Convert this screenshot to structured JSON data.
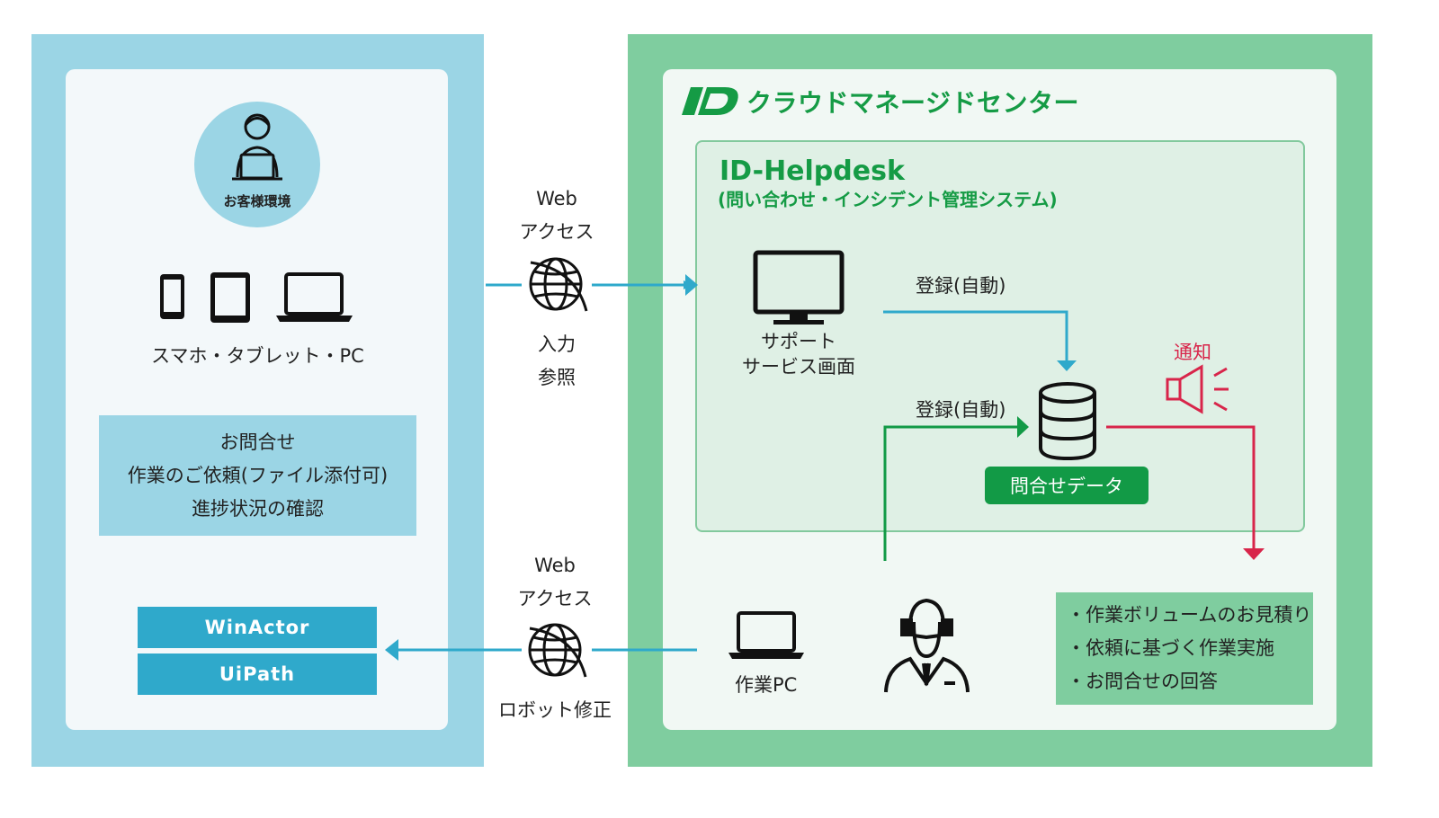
{
  "customer": {
    "env_label": "お客様環境",
    "devices_label": "スマホ・タブレット・PC",
    "requests": [
      "お問合せ",
      "作業のご依頼(ファイル添付可)",
      "進捗状況の確認"
    ],
    "rpa_tools": [
      "WinActor",
      "UiPath"
    ]
  },
  "top_link": {
    "above": [
      "Web",
      "アクセス"
    ],
    "below": [
      "入力",
      "参照"
    ]
  },
  "bottom_link": {
    "above": [
      "Web",
      "アクセス"
    ],
    "below": "ロボット修正"
  },
  "center": {
    "logo_text": "ID",
    "title": "クラウドマネージドセンター",
    "helpdesk_title": "ID-Helpdesk",
    "helpdesk_subtitle": "(問い合わせ・インシデント管理システム)",
    "support_screen": [
      "サポート",
      "サービス画面"
    ],
    "register_top": "登録(自動)",
    "register_bottom": "登録(自動)",
    "data_label": "問合せデータ",
    "notify_label": "通知",
    "work_pc_label": "作業PC",
    "tasks": [
      "・作業ボリュームのお見積り",
      "・依頼に基づく作業実施",
      "・お問合せの回答"
    ]
  },
  "colors": {
    "customer_bg": "#9bd5e5",
    "center_bg": "#7fcd9f",
    "brand_green": "#159b45",
    "arrow_blue": "#2fa9cb",
    "arrow_green": "#129a46",
    "notify_red": "#d8254a"
  },
  "icons": [
    "operator-icon",
    "phone-icon",
    "tablet-icon",
    "laptop-icon",
    "globe-icon",
    "monitor-icon",
    "database-icon",
    "megaphone-icon",
    "headset-agent-icon",
    "id-logo-icon"
  ]
}
